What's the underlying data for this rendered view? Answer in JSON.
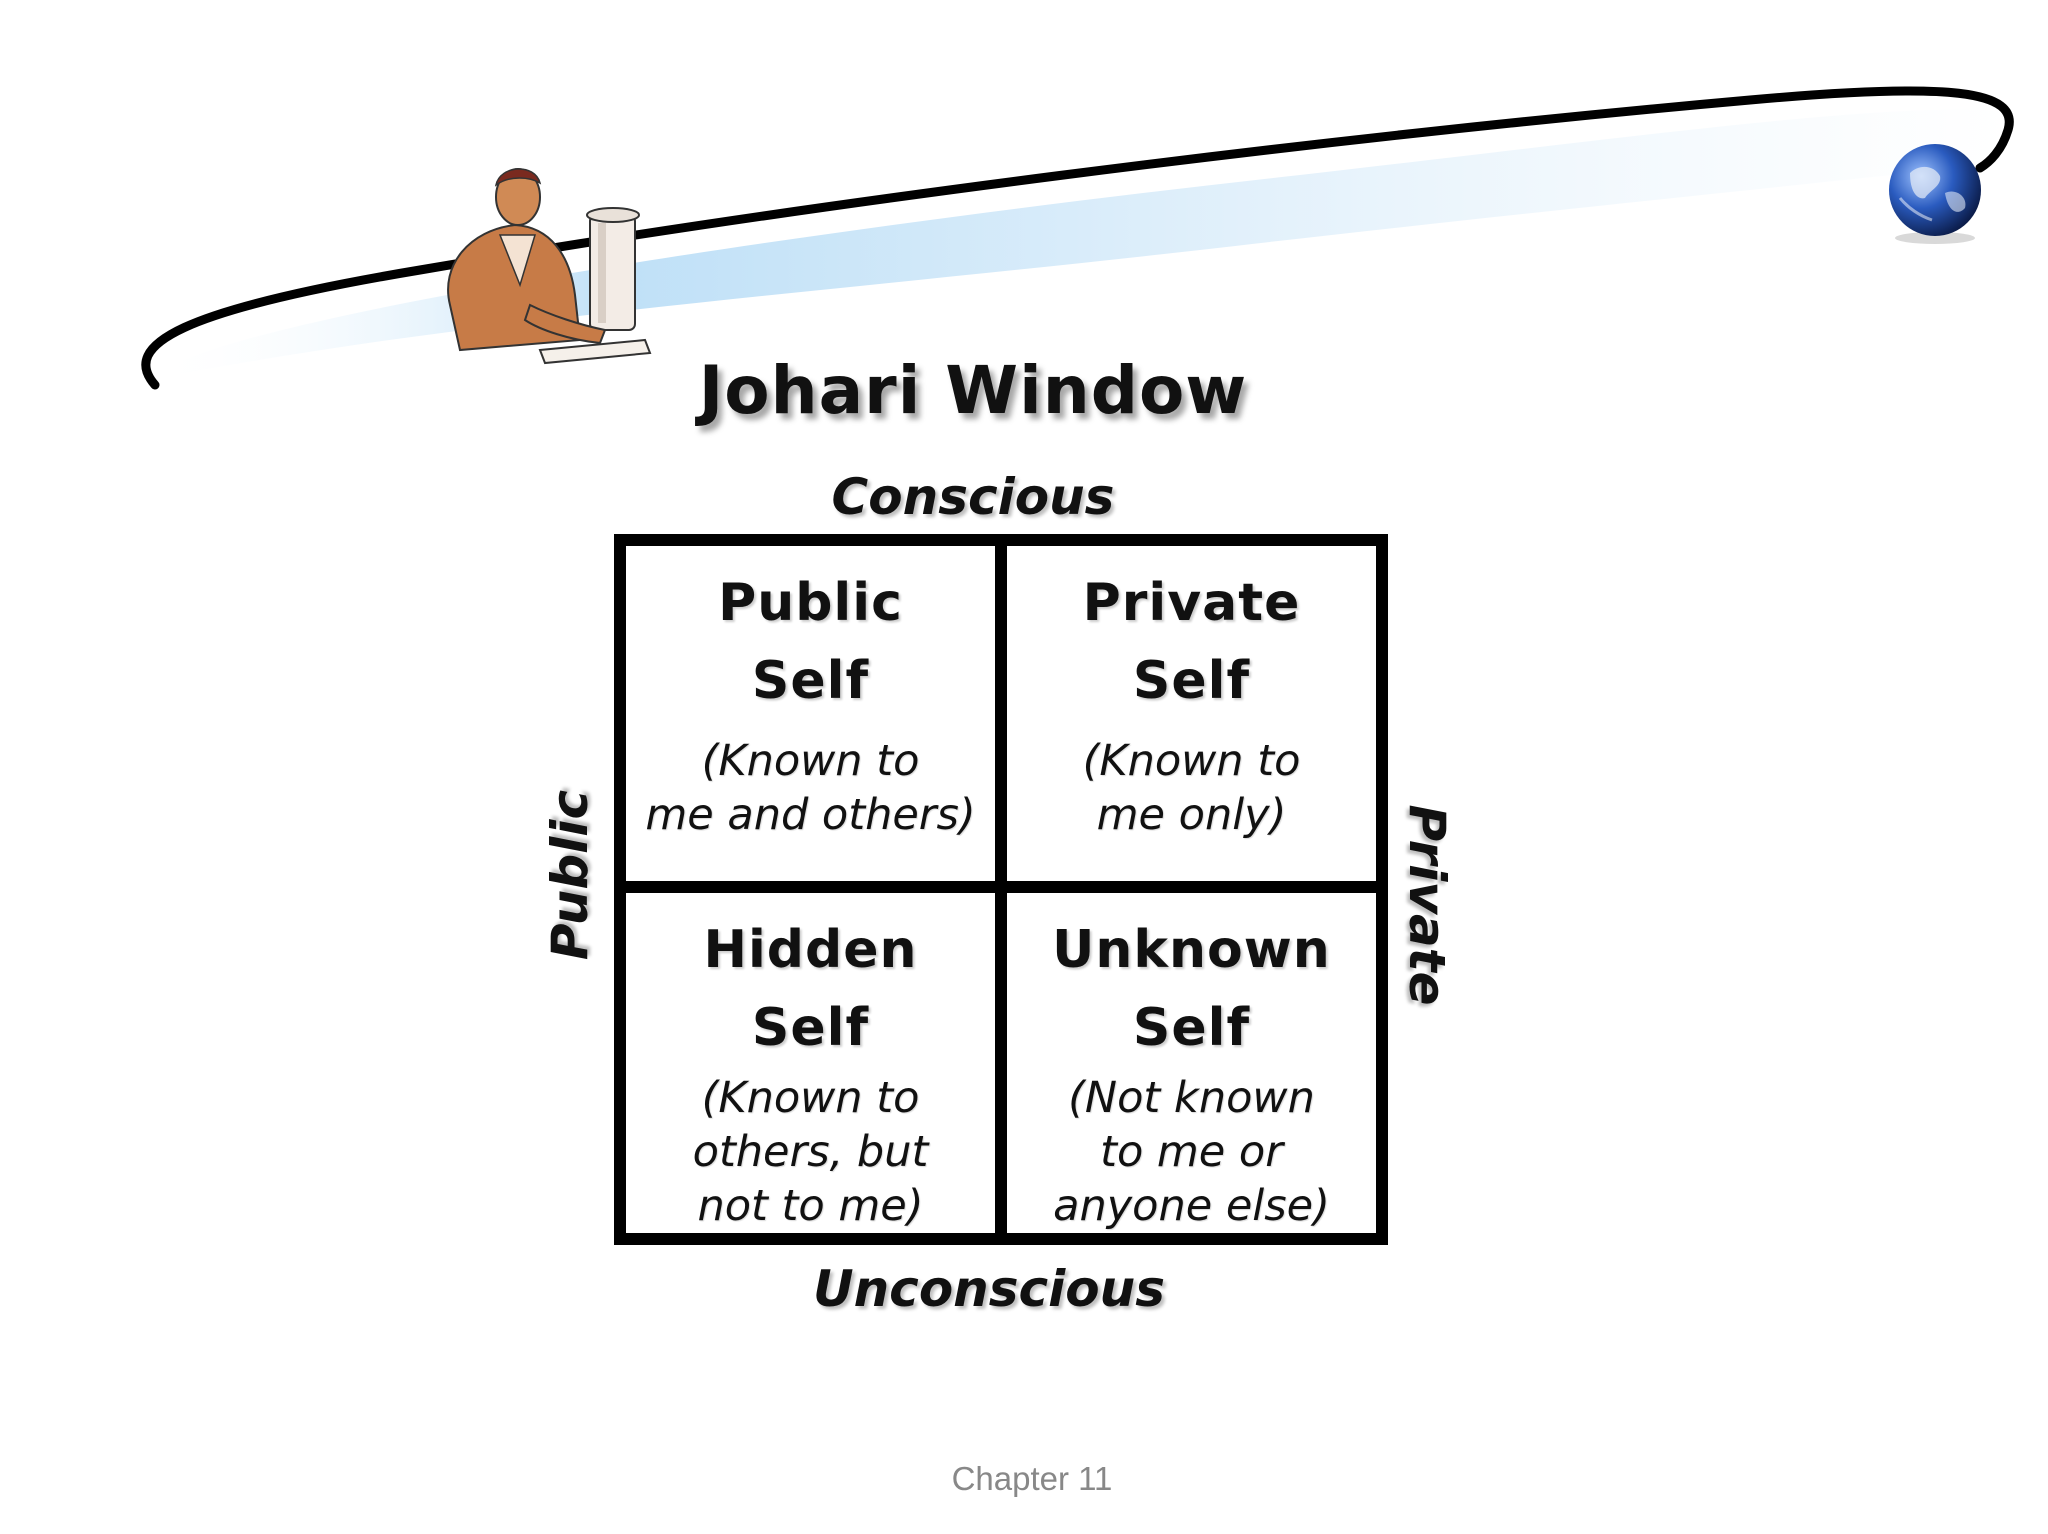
{
  "title": "Johari Window",
  "axes": {
    "top": "Conscious",
    "bottom": "Unconscious",
    "left": "Public",
    "right": "Private"
  },
  "quadrants": [
    {
      "name_line1": "Public",
      "name_line2": "Self",
      "desc_lines": [
        "(Known to",
        "me and others)"
      ]
    },
    {
      "name_line1": "Private",
      "name_line2": "Self",
      "desc_lines": [
        "(Known to",
        "me only)"
      ]
    },
    {
      "name_line1": "Hidden",
      "name_line2": "Self",
      "desc_lines": [
        "(Known to",
        "others, but",
        "not to me)"
      ]
    },
    {
      "name_line1": "Unknown",
      "name_line2": "Self",
      "desc_lines": [
        "(Not known",
        "to me or",
        "anyone else)"
      ]
    }
  ],
  "footer": "Chapter 11",
  "decor": {
    "swoosh_color": "#000000",
    "swoosh_gradient": "#bfe0f7",
    "clipart_icon": "person-at-computer-icon",
    "globe_icon": "globe-icon"
  }
}
